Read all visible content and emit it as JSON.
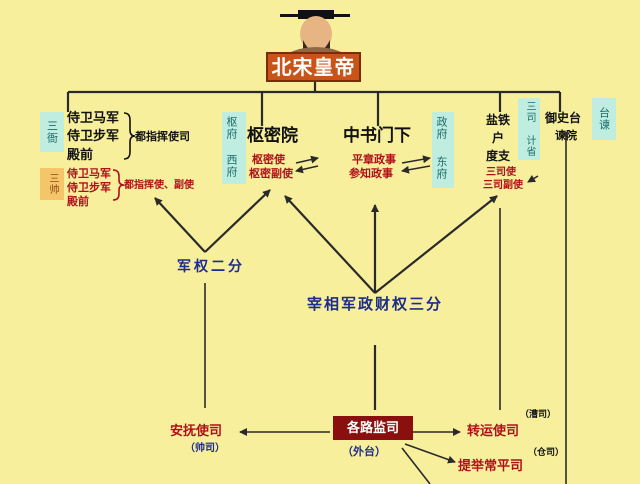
{
  "emperor": {
    "title": "北宋皇帝"
  },
  "military": {
    "tag_top": "三衙",
    "items_top": [
      "侍卫马军",
      "侍卫步军",
      "殿前"
    ],
    "officer_top": "都指挥使司",
    "tag_bottom": "三帅",
    "items_bottom": [
      "侍卫马军",
      "侍卫步军",
      "殿前"
    ],
    "officer_bottom": "都指挥使、副使"
  },
  "shumiyuan": {
    "title": "枢密院",
    "tag_a": "枢府",
    "tag_b": "西府",
    "officers": [
      "枢密使",
      "枢密副使"
    ]
  },
  "zhongshu": {
    "title": "中书门下",
    "officers": [
      "平章政事",
      "参知政事"
    ],
    "tag_a": "政府",
    "tag_b": "东府"
  },
  "sansi": {
    "items": [
      "盐铁",
      "户",
      "度支"
    ],
    "tag": "三司  计省",
    "officers": [
      "三司使",
      "三司副使"
    ]
  },
  "censorate": {
    "name": "御史台",
    "sub": "谏院",
    "tag": "台谏"
  },
  "division": {
    "military": "军权二分",
    "three": "宰相军政财权三分"
  },
  "local": {
    "center": "各路监司",
    "center_sub": "（外台）",
    "anfu": "安抚使司",
    "anfu_sub": "（帅司）",
    "zhuanyun": "转运使司",
    "zhuanyun_sub": "（漕司）",
    "tiju": "提举常平司",
    "tiju_sub": "（仓司）"
  },
  "colors": {
    "background": "#f7ef9c",
    "accent_red": "#b0101a",
    "title_box": "#c9541a",
    "center_box": "#8a1010",
    "label_blue": "#1d2b8a",
    "tag_cyan": "#bfeee0",
    "tag_orange": "#f5c56a"
  }
}
